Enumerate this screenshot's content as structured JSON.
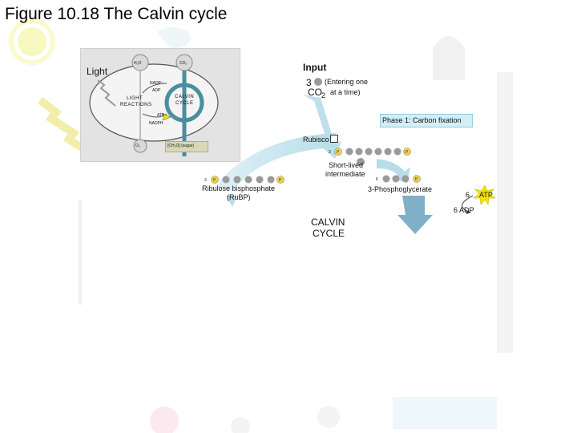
{
  "title": "Figure 10.18 The Calvin cycle",
  "inset": {
    "light": "Light",
    "h2o": "H₂O",
    "co2": "CO₂",
    "nadp": "NADP⁺",
    "adp": "ADP",
    "light_reactions_1": "LIGHT",
    "light_reactions_2": "REACTIONS",
    "calvin_cycle_1": "CALVIN",
    "calvin_cycle_2": "CYCLE",
    "atp": "ATP",
    "nadph": "NADPH",
    "o2": "O₂",
    "ch2o": "[CH₂O] (sugar)"
  },
  "main": {
    "input_label": "Input",
    "input_count": "3",
    "entering_1": "(Entering one",
    "entering_co2": "CO",
    "entering_sub": "2",
    "entering_2": "at a time)",
    "phase1": "Phase 1: Carbon fixation",
    "rubisco": "Rubisco",
    "three": "3",
    "p": "P",
    "short_lived_1": "Short-lived",
    "short_lived_2": "intermediate",
    "six": "6",
    "pga": "3-Phosphoglycerate",
    "atp_count": "6",
    "atp": "ATP",
    "adp": "6 ADP",
    "rubp_1": "Ribulose bisphosphate",
    "rubp_2": "(RuBP)",
    "calvin_1": "CALVIN",
    "calvin_2": "CYCLE"
  },
  "colors": {
    "membrane": "#4a8ea0",
    "arrow_blue": "#b7dde8",
    "arrow_dark": "#7fb0c8",
    "carbon": "#9a9a9a",
    "phosphate": "#f0d050",
    "atp_star": "#f5e400"
  },
  "icons": [
    "sun-icon",
    "lightning-icon",
    "carbon-atom-icon",
    "phosphate-icon",
    "atp-star-icon"
  ]
}
